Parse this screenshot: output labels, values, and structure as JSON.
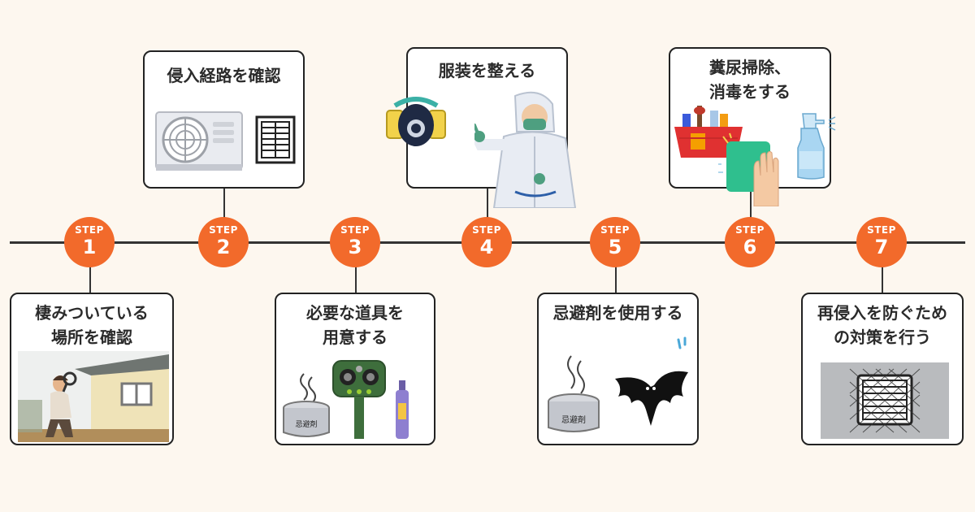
{
  "steps": [
    {
      "label": "STEP",
      "number": "1",
      "title_lines": [
        "棲みついている",
        "場所を確認"
      ]
    },
    {
      "label": "STEP",
      "number": "2",
      "title_lines": [
        "侵入経路を確認"
      ]
    },
    {
      "label": "STEP",
      "number": "3",
      "title_lines": [
        "必要な道具を",
        "用意する"
      ]
    },
    {
      "label": "STEP",
      "number": "4",
      "title_lines": [
        "服装を整える"
      ]
    },
    {
      "label": "STEP",
      "number": "5",
      "title_lines": [
        "忌避剤を使用する"
      ]
    },
    {
      "label": "STEP",
      "number": "6",
      "title_lines": [
        "糞尿掃除、",
        "消毒をする"
      ]
    },
    {
      "label": "STEP",
      "number": "7",
      "title_lines": [
        "再侵入を防ぐための対策を行う"
      ]
    }
  ],
  "repellent_can_label": "忌避剤",
  "colors": {
    "accent": "#f26a2b",
    "background": "#fdf7ef",
    "line": "#333333"
  }
}
